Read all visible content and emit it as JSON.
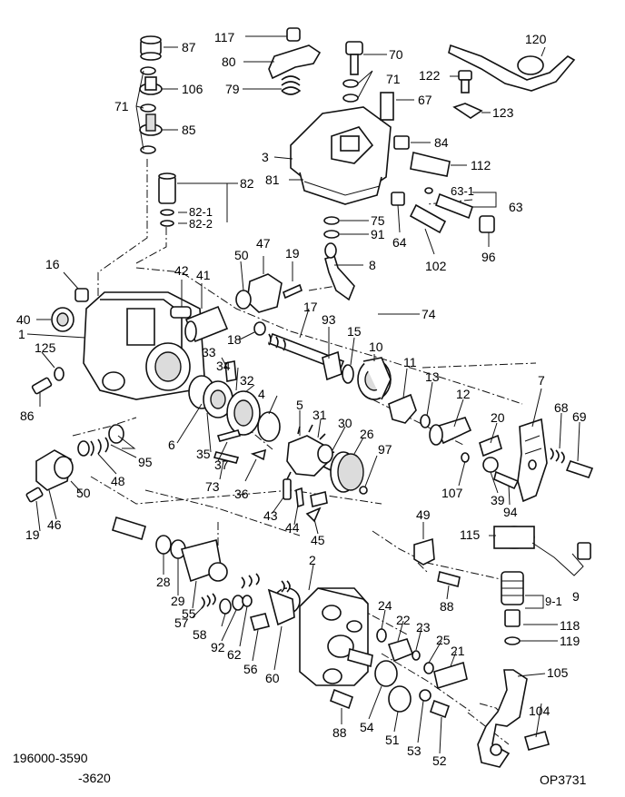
{
  "doc_refs": {
    "part_range_top": "196000-3590",
    "part_range_bottom": "-3620",
    "figure_code": "OP3731"
  },
  "callouts": [
    {
      "key": "c117",
      "text": "117"
    },
    {
      "key": "c87",
      "text": "87"
    },
    {
      "key": "c80",
      "text": "80"
    },
    {
      "key": "c70",
      "text": "70"
    },
    {
      "key": "c120",
      "text": "120"
    },
    {
      "key": "c122",
      "text": "122"
    },
    {
      "key": "c71a",
      "text": "71"
    },
    {
      "key": "c106",
      "text": "106"
    },
    {
      "key": "c71b",
      "text": "71"
    },
    {
      "key": "c79",
      "text": "79"
    },
    {
      "key": "c67",
      "text": "67"
    },
    {
      "key": "c123",
      "text": "123"
    },
    {
      "key": "c85",
      "text": "85"
    },
    {
      "key": "c3",
      "text": "3"
    },
    {
      "key": "c84",
      "text": "84"
    },
    {
      "key": "c112",
      "text": "112"
    },
    {
      "key": "c81",
      "text": "81"
    },
    {
      "key": "c82",
      "text": "82"
    },
    {
      "key": "c82_1",
      "text": "82-1"
    },
    {
      "key": "c82_2",
      "text": "82-2"
    },
    {
      "key": "c63_1",
      "text": "63-1"
    },
    {
      "key": "c63",
      "text": "63"
    },
    {
      "key": "c75",
      "text": "75"
    },
    {
      "key": "c91",
      "text": "91"
    },
    {
      "key": "c64",
      "text": "64"
    },
    {
      "key": "c96",
      "text": "96"
    },
    {
      "key": "c47",
      "text": "47"
    },
    {
      "key": "c50a",
      "text": "50"
    },
    {
      "key": "c19a",
      "text": "19"
    },
    {
      "key": "c102",
      "text": "102"
    },
    {
      "key": "c8",
      "text": "8"
    },
    {
      "key": "c16",
      "text": "16"
    },
    {
      "key": "c42",
      "text": "42"
    },
    {
      "key": "c41",
      "text": "41"
    },
    {
      "key": "c17",
      "text": "17"
    },
    {
      "key": "c74",
      "text": "74"
    },
    {
      "key": "c40",
      "text": "40"
    },
    {
      "key": "c93",
      "text": "93"
    },
    {
      "key": "c1",
      "text": "1"
    },
    {
      "key": "c18",
      "text": "18"
    },
    {
      "key": "c15",
      "text": "15"
    },
    {
      "key": "c10",
      "text": "10"
    },
    {
      "key": "c125",
      "text": "125"
    },
    {
      "key": "c33",
      "text": "33"
    },
    {
      "key": "c34",
      "text": "34"
    },
    {
      "key": "c11",
      "text": "11"
    },
    {
      "key": "c7",
      "text": "7"
    },
    {
      "key": "c13",
      "text": "13"
    },
    {
      "key": "c32",
      "text": "32"
    },
    {
      "key": "c12",
      "text": "12"
    },
    {
      "key": "c86",
      "text": "86"
    },
    {
      "key": "c4",
      "text": "4"
    },
    {
      "key": "c68",
      "text": "68"
    },
    {
      "key": "c69",
      "text": "69"
    },
    {
      "key": "c5",
      "text": "5"
    },
    {
      "key": "c20",
      "text": "20"
    },
    {
      "key": "c31",
      "text": "31"
    },
    {
      "key": "c30",
      "text": "30"
    },
    {
      "key": "c6",
      "text": "6"
    },
    {
      "key": "c26",
      "text": "26"
    },
    {
      "key": "c35",
      "text": "35"
    },
    {
      "key": "c37",
      "text": "37"
    },
    {
      "key": "c97",
      "text": "97"
    },
    {
      "key": "c48",
      "text": "48"
    },
    {
      "key": "c95",
      "text": "95"
    },
    {
      "key": "c107",
      "text": "107"
    },
    {
      "key": "c39",
      "text": "39"
    },
    {
      "key": "c94",
      "text": "94"
    },
    {
      "key": "c73",
      "text": "73"
    },
    {
      "key": "c36",
      "text": "36"
    },
    {
      "key": "c50b",
      "text": "50"
    },
    {
      "key": "c43",
      "text": "43"
    },
    {
      "key": "c44",
      "text": "44"
    },
    {
      "key": "c49",
      "text": "49"
    },
    {
      "key": "c19b",
      "text": "19"
    },
    {
      "key": "c46",
      "text": "46"
    },
    {
      "key": "c45",
      "text": "45"
    },
    {
      "key": "c115",
      "text": "115"
    },
    {
      "key": "c28",
      "text": "28"
    },
    {
      "key": "c2",
      "text": "2"
    },
    {
      "key": "c29",
      "text": "29"
    },
    {
      "key": "c88a",
      "text": "88"
    },
    {
      "key": "c9",
      "text": "9"
    },
    {
      "key": "c9_1",
      "text": "9-1"
    },
    {
      "key": "c55",
      "text": "55"
    },
    {
      "key": "c24",
      "text": "24"
    },
    {
      "key": "c57",
      "text": "57"
    },
    {
      "key": "c22",
      "text": "22"
    },
    {
      "key": "c118",
      "text": "118"
    },
    {
      "key": "c58",
      "text": "58"
    },
    {
      "key": "c23",
      "text": "23"
    },
    {
      "key": "c119",
      "text": "119"
    },
    {
      "key": "c92",
      "text": "92"
    },
    {
      "key": "c25",
      "text": "25"
    },
    {
      "key": "c62",
      "text": "62"
    },
    {
      "key": "c21",
      "text": "21"
    },
    {
      "key": "c56",
      "text": "56"
    },
    {
      "key": "c105",
      "text": "105"
    },
    {
      "key": "c60",
      "text": "60"
    },
    {
      "key": "c104",
      "text": "104"
    },
    {
      "key": "c88b",
      "text": "88"
    },
    {
      "key": "c54",
      "text": "54"
    },
    {
      "key": "c51",
      "text": "51"
    },
    {
      "key": "c53",
      "text": "53"
    },
    {
      "key": "c52",
      "text": "52"
    }
  ]
}
